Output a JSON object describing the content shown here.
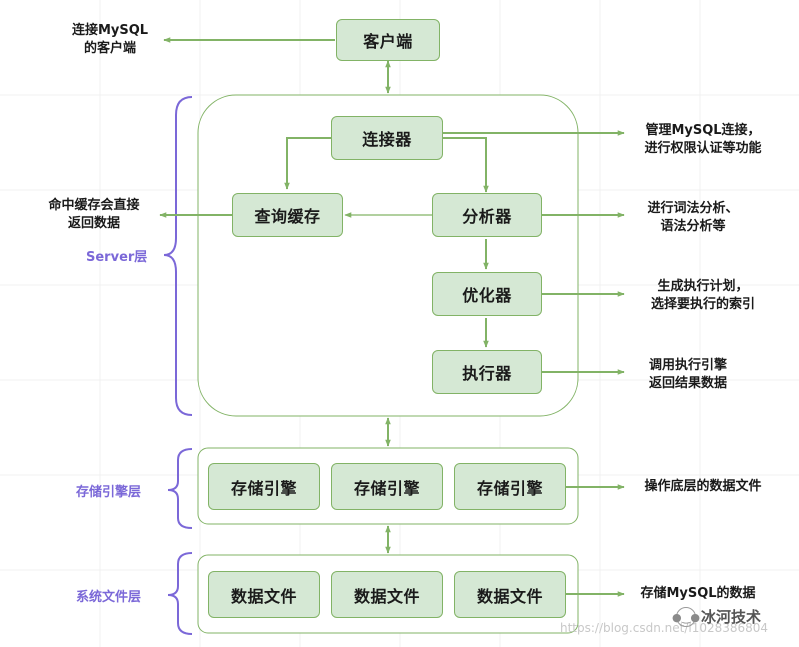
{
  "colors": {
    "node_fill": "#d5e8d4",
    "node_border": "#82b366",
    "arrow": "#82b366",
    "bracket": "#7b68d8",
    "layer_label": "#7b68d8"
  },
  "nodes": {
    "client": "客户端",
    "connector": "连接器",
    "query_cache": "查询缓存",
    "analyzer": "分析器",
    "optimizer": "优化器",
    "executor": "执行器",
    "engines": [
      "存储引擎",
      "存储引擎",
      "存储引擎"
    ],
    "files": [
      "数据文件",
      "数据文件",
      "数据文件"
    ]
  },
  "notes": {
    "client": "连接MySQL\n的客户端",
    "connector": "管理MySQL连接，\n进行权限认证等功能",
    "cache": "命中缓存会直接\n返回数据",
    "analyzer": "进行词法分析、\n语法分析等",
    "optimizer": "生成执行计划，\n选择要执行的索引",
    "executor": "调用执行引擎\n返回结果数据",
    "engine": "操作底层的数据文件",
    "files": "存储MySQL的数据"
  },
  "layers": {
    "server": "Server层",
    "engine": "存储引擎层",
    "files": "系统文件层"
  },
  "watermark": {
    "icon": "wechat-icon",
    "text": "冰河技术",
    "url": "https://blog.csdn.net/l1028386804"
  }
}
